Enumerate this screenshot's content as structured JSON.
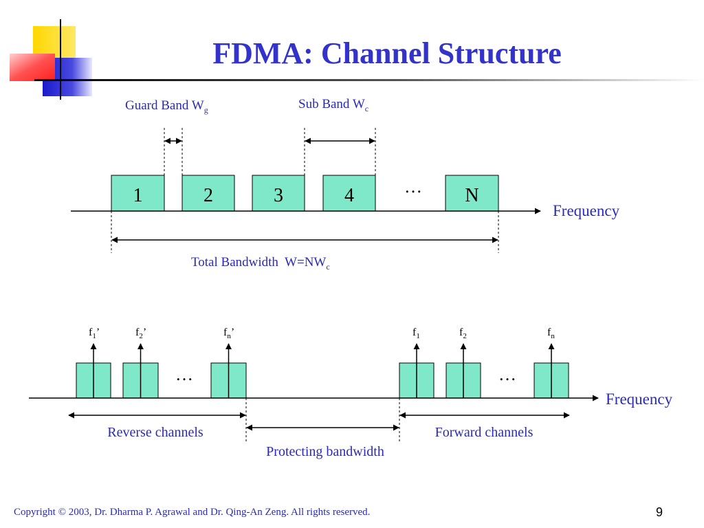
{
  "slide": {
    "title": "FDMA: Channel Structure",
    "page_number": "9",
    "footer": "Copyright © 2003, Dr. Dharma P. Agrawal and Dr. Qing-An Zeng. All rights reserved.",
    "colors": {
      "title": "#3333cc",
      "label": "#2a2ab8",
      "box_fill": "#7fe8c8",
      "line": "#000000",
      "deco_yellow": "#ffd700",
      "deco_red": "#ff4040",
      "deco_blue": "#2b2bd6"
    }
  },
  "top_diagram": {
    "guard_band_label": "Guard Band W",
    "guard_band_sub": "g",
    "sub_band_label": "Sub Band W",
    "sub_band_sub": "c",
    "boxes": [
      "1",
      "2",
      "3",
      "4",
      "N"
    ],
    "ellipsis": "…",
    "axis_label": "Frequency",
    "total_bandwidth_label": "Total Bandwidth  W=NW",
    "total_bandwidth_sub": "c"
  },
  "bottom_diagram": {
    "reverse_freqs": [
      {
        "base": "f",
        "sub": "1",
        "suffix": "’"
      },
      {
        "base": "f",
        "sub": "2",
        "suffix": "’"
      },
      {
        "base": "f",
        "sub": "n",
        "suffix": "’"
      }
    ],
    "forward_freqs": [
      {
        "base": "f",
        "sub": "1",
        "suffix": ""
      },
      {
        "base": "f",
        "sub": "2",
        "suffix": ""
      },
      {
        "base": "f",
        "sub": "n",
        "suffix": ""
      }
    ],
    "ellipsis": "…",
    "axis_label": "Frequency",
    "reverse_label": "Reverse channels",
    "forward_label": "Forward channels",
    "protecting_label": "Protecting bandwidth"
  }
}
